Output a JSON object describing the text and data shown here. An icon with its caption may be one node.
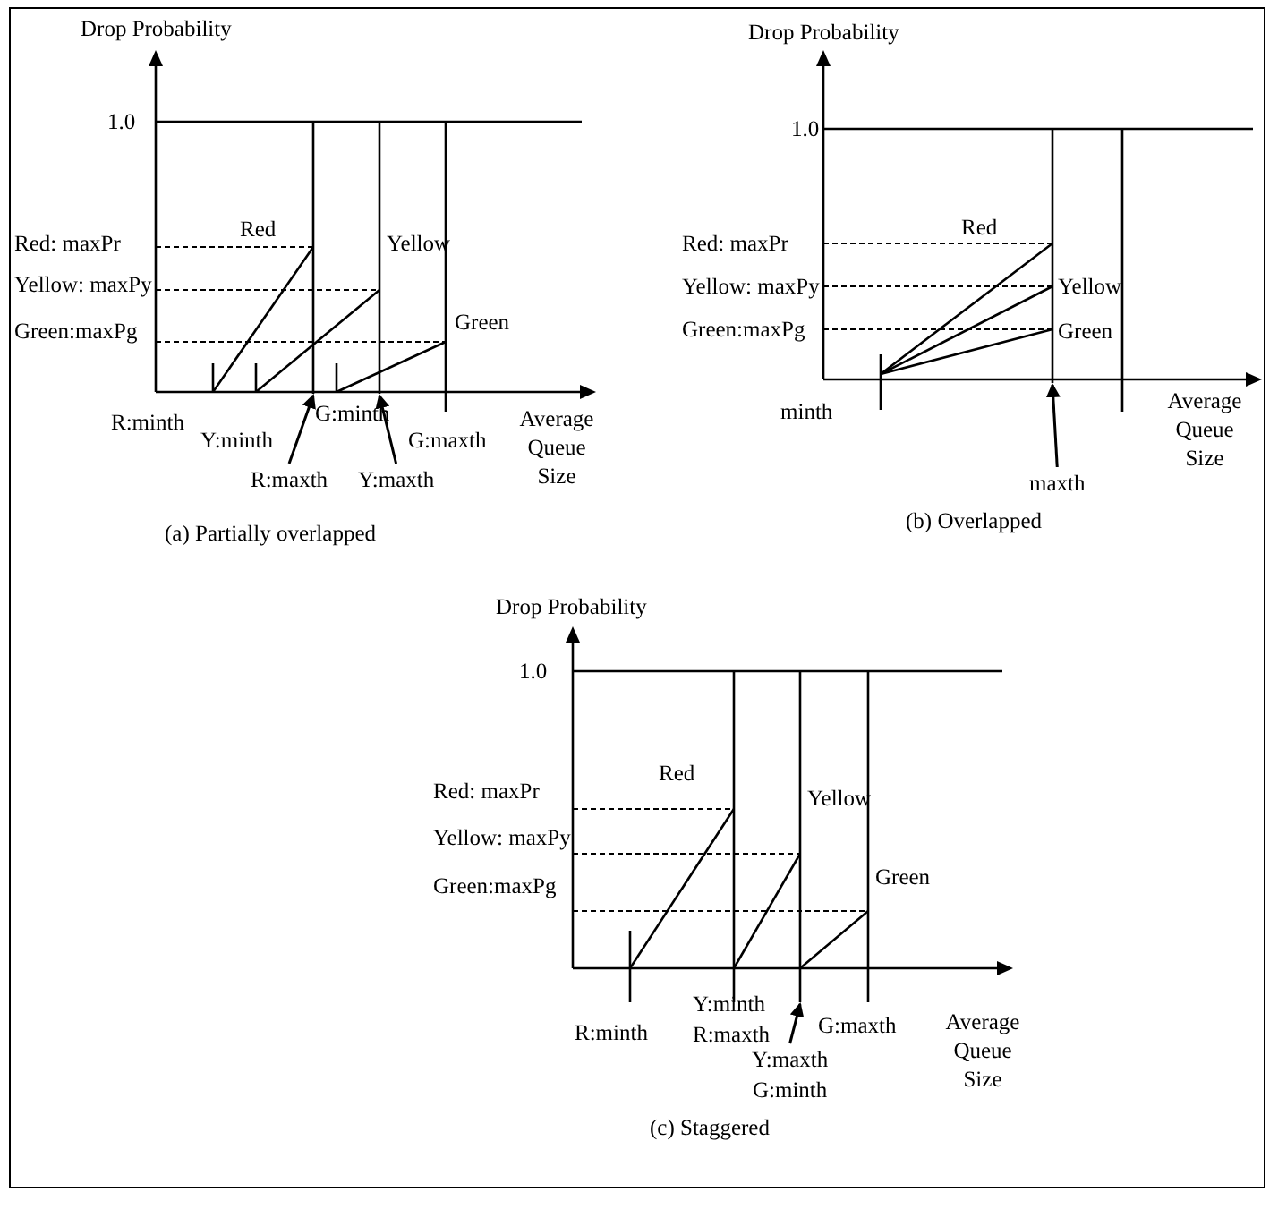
{
  "diagram": {
    "nodes": [
      {
        "text": [
          "R:maxth"
        ]
      },
      {
        "text": [
          "Y:maxth"
        ]
      },
      {
        "text": [
          "maxth"
        ]
      },
      {
        "text": [
          "Y:maxth",
          "G:minth"
        ]
      },
      {
        "text": [],
        "shape": "line"
      },
      {
        "text": [],
        "shape": "line"
      },
      {
        "text": [],
        "shape": "line"
      },
      {
        "text": [],
        "shape": "line"
      }
    ],
    "edges": [
      {
        "from": 0,
        "to": 4,
        "arrow": "to"
      },
      {
        "from": 1,
        "to": 5,
        "arrow": "to"
      },
      {
        "from": 2,
        "to": 6,
        "arrow": "to"
      },
      {
        "from": 3,
        "to": 7,
        "arrow": "to"
      }
    ],
    "labels": [
      "Drop Probability",
      "1.0",
      "Red: maxPr",
      "Red",
      "Yellow",
      "Yellow: maxPy",
      "Green:maxPg",
      "Green",
      "R:minth",
      "Y:minth",
      "G:minth",
      "G:maxth",
      "Average Queue Size",
      "(a) Partially overlapped",
      "Drop Probability",
      "1.0",
      "Red: maxPr",
      "Red",
      "Yellow: maxPy",
      "Yellow",
      "Green:maxPg",
      "Green",
      "minth",
      "Average Queue Size",
      "(b) Overlapped",
      "Drop Probability",
      "1.0",
      "Red: maxPr",
      "Red",
      "Yellow",
      "Yellow: maxPy",
      "Green:maxPg",
      "Green",
      "R:minth",
      "Y:minth",
      "R:maxth",
      "G:maxth",
      "Average Queue Size",
      "(c) Staggered"
    ]
  }
}
